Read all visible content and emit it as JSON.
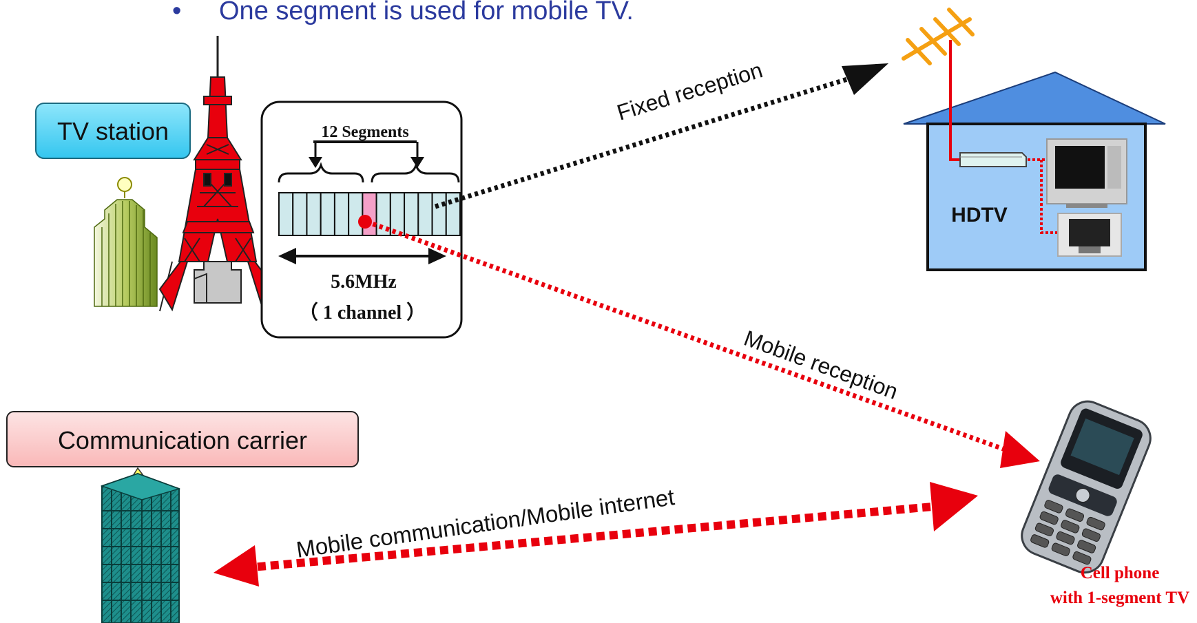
{
  "bullet": {
    "marker": "•",
    "text": "One segment is used for mobile TV."
  },
  "labels": {
    "tv_station": "TV station",
    "communication_carrier": "Communication carrier",
    "hdtv": "HDTV",
    "cell_phone_line1": "Cell phone",
    "cell_phone_line2": "with 1-segment TV"
  },
  "segment_box": {
    "segments_label": "12 Segments",
    "bandwidth": "5.6MHz",
    "channel": "（ 1 channel ）",
    "segment_count": 13,
    "highlight_segment": 7
  },
  "connections": {
    "fixed": "Fixed reception",
    "mobile": "Mobile reception",
    "communication": "Mobile communication/Mobile internet"
  },
  "colors": {
    "title_text": "#2b3a9e",
    "tower_red": "#e8000d",
    "segment_fill": "#cfe9ec",
    "segment_highlight": "#f4a0c8",
    "tv_station_box": "#4fd2f5",
    "carrier_box": "#fcc8c8",
    "house_fill": "#9ecbf7",
    "roof_fill": "#4f8ee0",
    "antenna": "#f5a012",
    "mobile_arrow": "#e8000d",
    "cellphone_label": "#e8000d"
  }
}
